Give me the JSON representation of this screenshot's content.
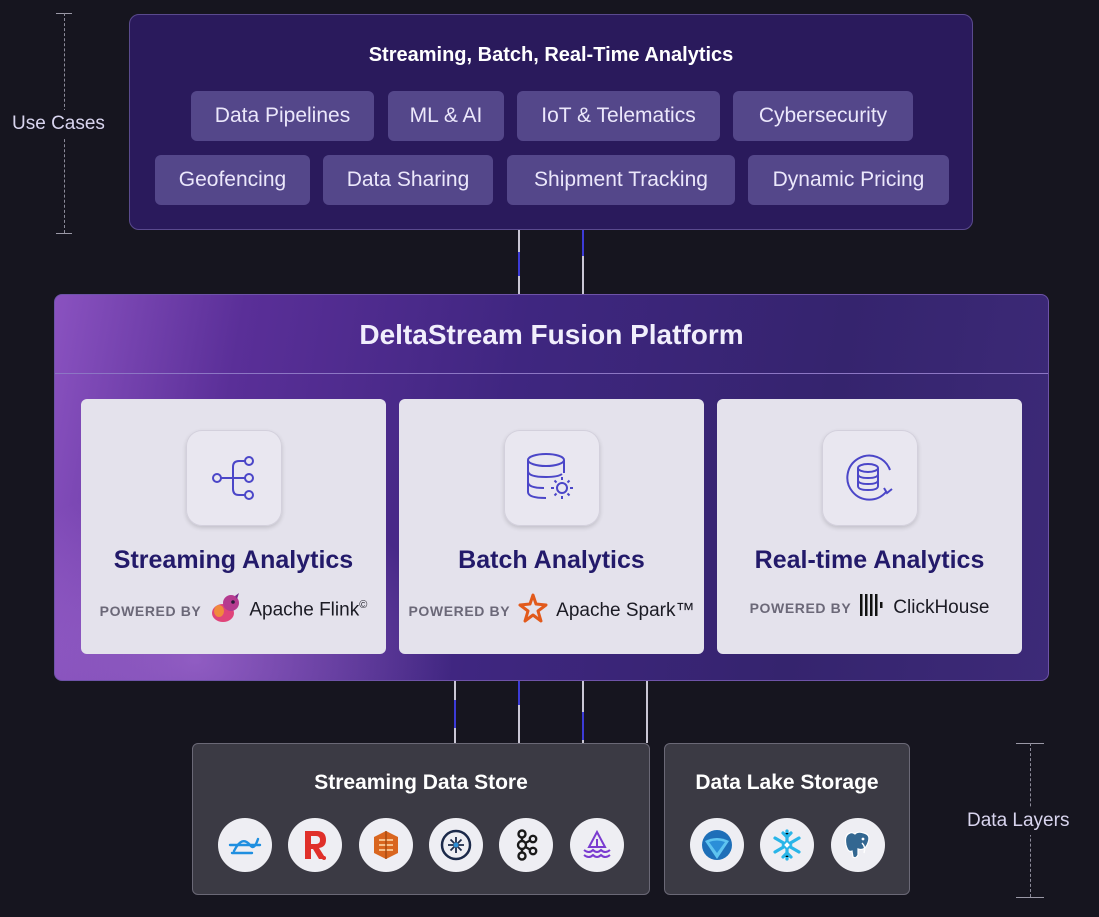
{
  "side_labels": {
    "use_cases": "Use Cases",
    "data_layers": "Data Layers"
  },
  "use_cases": {
    "title": "Streaming, Batch, Real-Time Analytics",
    "row1": [
      "Data Pipelines",
      "ML & AI",
      "IoT & Telematics",
      "Cybersecurity"
    ],
    "row2": [
      "Geofencing",
      "Data Sharing",
      "Shipment Tracking",
      "Dynamic Pricing"
    ]
  },
  "platform": {
    "title": "DeltaStream Fusion Platform",
    "cards": [
      {
        "title": "Streaming Analytics",
        "powered_by": "POWERED BY",
        "brand": "Apache Flink",
        "brand_mark": "©",
        "icon": "stream-tree-icon",
        "brand_icon": "flink-squirrel-icon"
      },
      {
        "title": "Batch Analytics",
        "powered_by": "POWERED BY",
        "brand": "Apache Spark™",
        "icon": "database-gear-icon",
        "brand_icon": "spark-star-icon"
      },
      {
        "title": "Real-time Analytics",
        "powered_by": "POWERED BY",
        "brand": "ClickHouse",
        "icon": "database-refresh-icon",
        "brand_icon": "clickhouse-bars-icon"
      }
    ]
  },
  "streaming_store": {
    "title": "Streaming Data Store",
    "logos": [
      "confluent-wave-icon",
      "redpanda-r-icon",
      "aws-kinesis-icon",
      "confluent-burst-icon",
      "kafka-icon",
      "warpstream-ship-icon"
    ]
  },
  "data_lake": {
    "title": "Data Lake Storage",
    "logos": [
      "databricks-lakehouse-icon",
      "snowflake-icon",
      "postgresql-elephant-icon"
    ]
  },
  "colors": {
    "background": "#16151f",
    "use_case_panel": "#2a1a5c",
    "chip": "#54478a",
    "card_title": "#231a6a",
    "connector_blue": "#3c3bd6"
  }
}
